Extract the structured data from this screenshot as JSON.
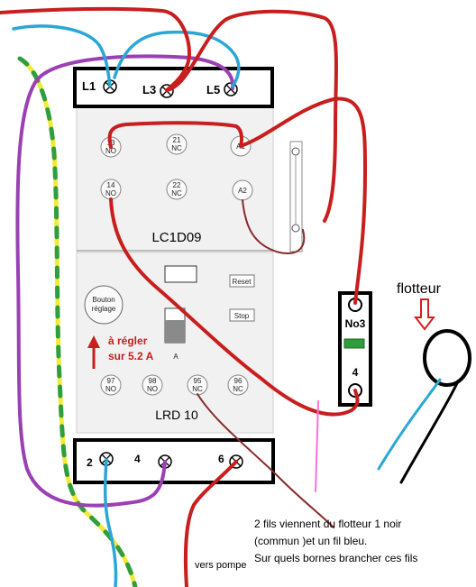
{
  "top_terminals": {
    "l1": "L1",
    "l3": "L3",
    "l5": "L5"
  },
  "contactor": {
    "model": "LC1D09",
    "contacts": [
      {
        "num": "13",
        "type": "NO"
      },
      {
        "num": "21",
        "type": "NC"
      },
      {
        "num": "A1",
        "type": ""
      },
      {
        "num": "14",
        "type": "NO"
      },
      {
        "num": "22",
        "type": "NC"
      },
      {
        "num": "A2",
        "type": ""
      }
    ]
  },
  "relay": {
    "model": "LRD 10",
    "adjust_button": [
      "Bouton",
      "réglage"
    ],
    "reset": "Reset",
    "stop": "Stop",
    "dial_unit": "A",
    "adjust_note": [
      "à régler",
      "sur 5.2 A"
    ],
    "contacts": [
      {
        "num": "97",
        "type": "NO"
      },
      {
        "num": "98",
        "type": "NO"
      },
      {
        "num": "95",
        "type": "NC"
      },
      {
        "num": "96",
        "type": "NC"
      }
    ]
  },
  "bottom_terminals": {
    "t2": "2",
    "t4": "4",
    "t6": "6"
  },
  "float_switch": {
    "label": "flotteur",
    "terminal_top": "No3",
    "terminal_bottom": "4"
  },
  "pump_label": "vers pompe",
  "note": [
    "2 fils viennent du flotteur 1 noir",
    "(commun )et un fil bleu.",
    "Sur quels bornes brancher ces fils"
  ],
  "colors": {
    "wire_red": "#c81e1e",
    "wire_blue": "#2aa7d6",
    "wire_purple": "#9b3fb5",
    "wire_yellow": "#f2ea3a",
    "wire_green": "#2f9e3f",
    "wire_dark_red": "#8a2a2a",
    "wire_pink": "#ff6fd8",
    "indicator_green": "#2e9e3a"
  }
}
